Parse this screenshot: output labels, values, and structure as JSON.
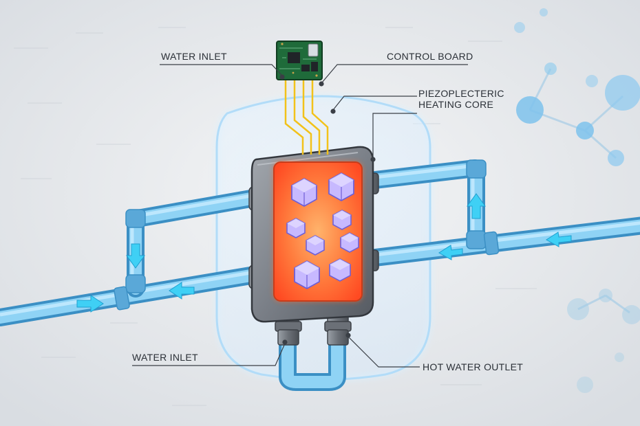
{
  "labels": {
    "water_inlet_top": "WATER INLET",
    "control_board": "CONTROL BOARD",
    "heating_core_line1": "PIEZOPLECTERIC",
    "heating_core_line2": "HEATING CORE",
    "water_inlet_bottom": "WATER INLET",
    "hot_water_outlet": "HOT WATER OUTLET"
  },
  "colors": {
    "background": "#e9ecef",
    "pipe": "#6cc3ee",
    "pipe_dark": "#3b8fc4",
    "flow_arrow": "#3fd0f5",
    "housing": "#7b8088",
    "core_hot": "#ff5a2a",
    "core_glow": "#ffb36b",
    "crystal": "#b9a7ff",
    "board": "#1f6b3a",
    "wire": "#f2c21a",
    "enclosure": "#cfe8ff"
  }
}
